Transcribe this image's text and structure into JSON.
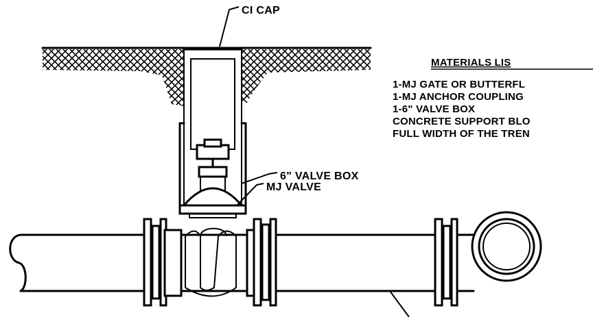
{
  "labels": {
    "ci_cap": "CI CAP",
    "valve_box": "6\" VALVE BOX",
    "mj_valve": "MJ VALVE"
  },
  "materials": {
    "heading": "MATERIALS LIS",
    "items": [
      "1-MJ GATE OR BUTTERFL",
      "1-MJ ANCHOR COUPLING",
      "1-6\" VALVE BOX",
      "CONCRETE SUPPORT BLO",
      "FULL WIDTH OF THE TREN"
    ]
  },
  "colors": {
    "ink": "#000000",
    "paper": "#ffffff"
  }
}
